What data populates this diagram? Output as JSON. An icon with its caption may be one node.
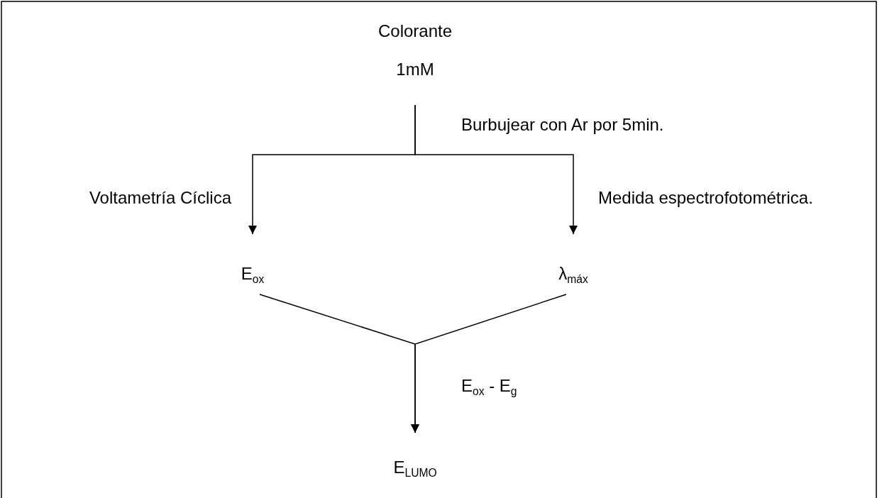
{
  "diagram": {
    "nodes": [
      {
        "text": [
          "Colorante",
          "1mM"
        ]
      },
      {
        "text": [
          "E$_{ox}$"
        ]
      },
      {
        "text": [
          "λ$_{máx}$"
        ]
      },
      {
        "text": [
          "E$_{LUMO}$"
        ]
      }
    ],
    "edges": [
      {
        "from": 0,
        "to": 1,
        "arrow": "to",
        "label": "Voltametría Cíclica"
      },
      {
        "from": 0,
        "to": 2,
        "arrow": "to",
        "label": "Medida espectrofotométrica."
      },
      {
        "from": 1,
        "to": 3,
        "arrow": "to"
      },
      {
        "from": 2,
        "to": 3,
        "arrow": "to"
      }
    ],
    "labels": [
      "Burbujear con Ar por 5min.",
      "E$_{ox}$ - E$_{g}$"
    ]
  }
}
